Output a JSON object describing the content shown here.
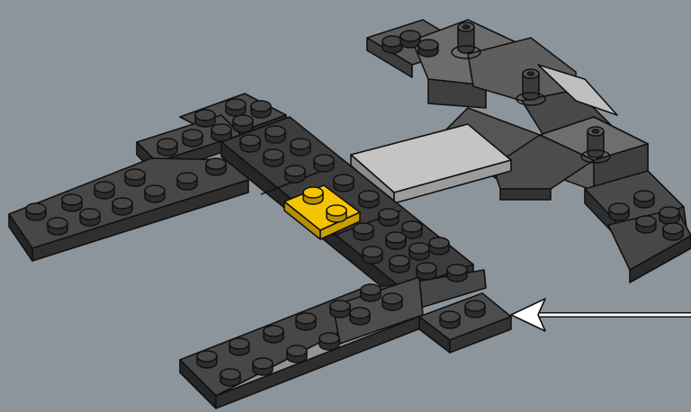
{
  "scene": {
    "background_color": "#8d959c",
    "colors": {
      "dark_plate": "#3c3c3c",
      "dark_plate_side": "#262626",
      "medium_plate": "#5a5a5a",
      "medium_plate_side": "#3d3d3d",
      "light_plate": "#c4c4c4",
      "light_plate_side": "#8a8a8a",
      "highlight_plate": "#f4c400",
      "highlight_plate_side": "#b58f00",
      "stud": "#2d2d2d",
      "stud_top": "#454545",
      "outline": "#111111",
      "arrow": "#ffffff"
    },
    "parts": [
      "left-wing-plate",
      "upper-left-wing-plate",
      "center-spine-plate",
      "yellow-highlight-plate",
      "light-grey-bridge-plate",
      "cockpit-assembly",
      "lower-wing-plate",
      "new-plate-2x2"
    ],
    "callout": {
      "icon": "arrow-left-icon",
      "target": "new-plate-2x2"
    }
  }
}
